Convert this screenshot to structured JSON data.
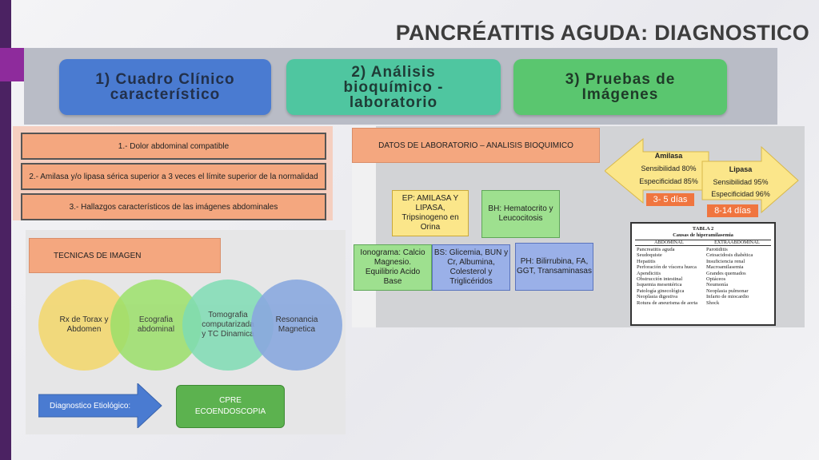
{
  "slide": {
    "title": "PANCRÉATITIS AGUDA: DIAGNOSTICO"
  },
  "top_boxes": [
    {
      "line1": "1) Cuadro Clínico",
      "line2": "característico"
    },
    {
      "line1": "2) Análisis",
      "line2": "bioquímico -",
      "line3": "laboratorio"
    },
    {
      "line1": "3) Pruebas de",
      "line2": "Imágenes"
    }
  ],
  "criteria": [
    "1.- Dolor abdominal compatible",
    "2.- Amilasa y/o lipasa sérica superior a 3 veces el límite superior de la normalidad",
    "3.- Hallazgos característicos de las imágenes abdominales"
  ],
  "lab": {
    "header": "DATOS DE LABORATORIO – ANALISIS BIOQUIMICO",
    "cards": {
      "ep": [
        "EP: AMILASA Y",
        "LIPASA,",
        "Tripsinogeno en",
        "Orina"
      ],
      "bh": [
        "BH: Hematocrito y",
        "Leucocitosis"
      ],
      "iono": [
        "Ionograma: Calcio",
        "Magnesio.",
        "Equilibrio Acido",
        "Base"
      ],
      "bs": [
        "BS: Glicemia, BUN y",
        "Cr, Albumina,",
        "Colesterol y",
        "Triglicéridos"
      ],
      "ph": [
        "PH: Bilirrubina, FA,",
        "GGT, Transaminasas"
      ]
    },
    "amilasa": {
      "name": "Amilasa",
      "sens": "Sensibilidad 80%",
      "spec": "Especificidad 85%",
      "days": "3- 5 días"
    },
    "lipasa": {
      "name": "Lipasa",
      "sens": "Sensibilidad 95%",
      "spec": "Especificidad 96%",
      "days": "8-14 días"
    }
  },
  "table2": {
    "title1": "TABLA 2",
    "title2": "Causas de hiperamilasemia",
    "col1": "ABDOMINAL",
    "col2": "EXTRAABDOMINAL",
    "abdominal": [
      "Pancreatitis aguda",
      "Seudoquiste",
      "Hepatitis",
      "Perforación de víscera hueca",
      "Apendicitis",
      "Obstrucción intestinal",
      "Isquemia mesentérica",
      "Patología ginecológica",
      "Neoplasia digestiva",
      "Rotura de aneurisma de aorta"
    ],
    "extra": [
      "Parotiditis",
      "Cetoacidosis diabética",
      "Insuficiencia renal",
      "Macroamilasemia",
      "Grandes quemados",
      "Opiáceos",
      "Neumonía",
      "Neoplasia pulmonar",
      "Infarto de miocardio",
      "Shock"
    ]
  },
  "tech": {
    "header": "TECNICAS DE IMAGEN",
    "circles": [
      {
        "line1": "Rx de Torax y",
        "line2": "Abdomen",
        "color": "#f3d873"
      },
      {
        "line1": "Ecografia",
        "line2": "abdominal",
        "color": "#9be06a"
      },
      {
        "line1": "Tomografia",
        "line2": "computarizada",
        "line3": "y TC Dinamica",
        "color": "#7fdcb4"
      },
      {
        "line1": "Resonancia",
        "line2": "Magnetica",
        "color": "#8aa8df"
      }
    ],
    "arrow_label": "Diagnostico Etiológico:",
    "cpre": {
      "line1": "CPRE",
      "line2": "ECOENDOSCOPIA"
    }
  }
}
